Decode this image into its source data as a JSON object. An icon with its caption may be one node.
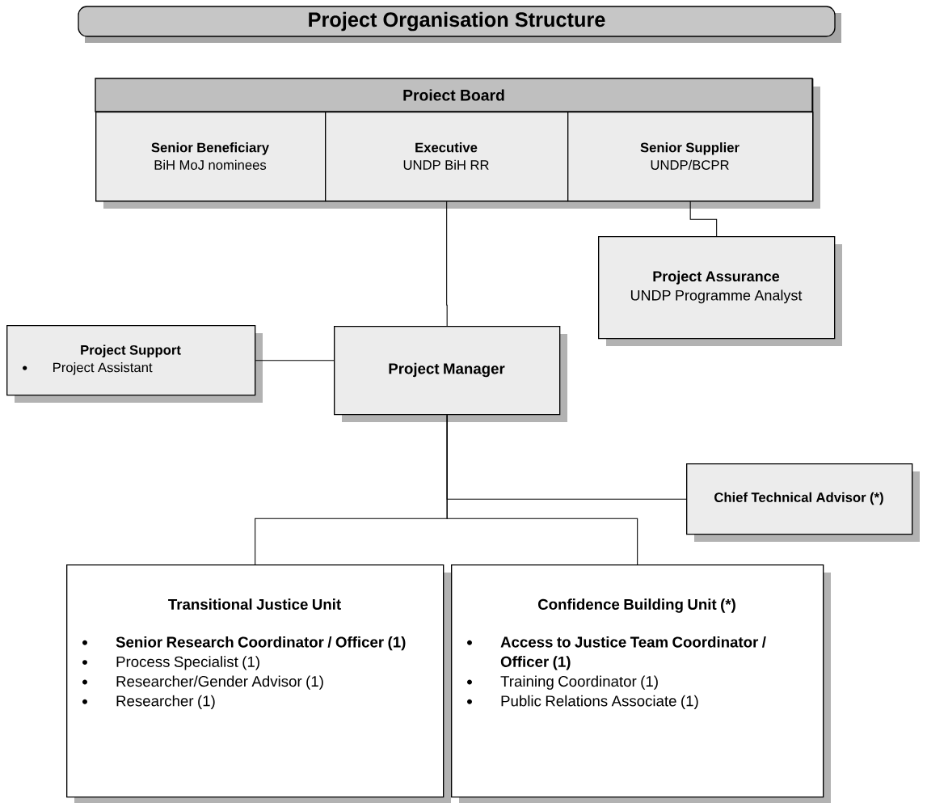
{
  "diagram": {
    "title": "Project Organisation Structure",
    "nodes": [
      {
        "text": [
          "Proiect Board"
        ]
      },
      {
        "text": [
          "Senior Beneficiary",
          "BiH MoJ nominees"
        ],
        "in": 0
      },
      {
        "text": [
          "Executive",
          "UNDP BiH RR"
        ],
        "in": 0
      },
      {
        "text": [
          "Senior Supplier",
          "UNDP/BCPR"
        ],
        "in": 0
      },
      {
        "text": [
          "Project Assurance",
          "UNDP Programme Analyst"
        ]
      },
      {
        "text": [
          "Project Support",
          "Project Assistant"
        ]
      },
      {
        "text": [
          "Project Manager"
        ]
      },
      {
        "text": [
          "Chief Technical Advisor (*)"
        ]
      },
      {
        "text": [
          "Transitional Justice Unit",
          "Senior Research Coordinator / Officer (1)",
          "Process Specialist (1)",
          "Researcher/Gender Advisor (1)",
          "Researcher (1)"
        ]
      },
      {
        "text": [
          "Confidence Building Unit (*)",
          "Access to Justice Team Coordinator / Officer (1)",
          "Training Coordinator (1)",
          "Public Relations Associate (1)"
        ]
      }
    ],
    "edges": [
      {
        "from": 2,
        "to": 6,
        "arrow": "none"
      },
      {
        "from": 3,
        "to": 4,
        "arrow": "none"
      },
      {
        "from": 5,
        "to": 6,
        "arrow": "none"
      },
      {
        "from": 6,
        "to": 7,
        "arrow": "none"
      },
      {
        "from": 6,
        "to": 8,
        "arrow": "none"
      },
      {
        "from": 6,
        "to": 9,
        "arrow": "none"
      }
    ]
  }
}
